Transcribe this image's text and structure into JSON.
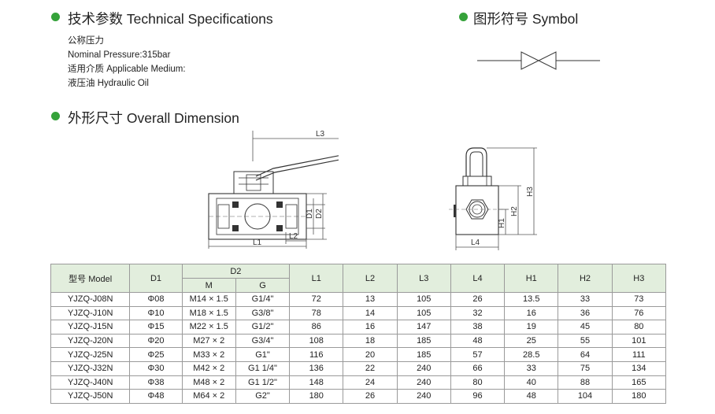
{
  "sections": {
    "tech_spec": "技术参数 Technical Specifications",
    "symbol": "图形符号 Symbol",
    "overall": "外形尺寸 Overall Dimension"
  },
  "spec_lines": [
    "公称压力",
    "Nominal Pressure:315bar",
    "适用介质 Applicable Medium:",
    "液压油 Hydraulic Oil"
  ],
  "drawing_labels": {
    "L3": "L3",
    "D1": "D1",
    "D2": "D2",
    "L1": "L1",
    "L2": "L2",
    "H3": "H3",
    "H2": "H2",
    "H1": "H1",
    "L4": "L4"
  },
  "colors": {
    "bullet": "#35a23a",
    "header_bg": "#e2eedd",
    "grid": "#9a9a9a"
  },
  "table": {
    "headers": {
      "model": "型号 Model",
      "d1": "D1",
      "d2": "D2",
      "m": "M",
      "g": "G",
      "l1": "L1",
      "l2": "L2",
      "l3": "L3",
      "l4": "L4",
      "h1": "H1",
      "h2": "H2",
      "h3": "H3"
    },
    "rows": [
      [
        "YJZQ-J08N",
        "Φ08",
        "M14 × 1.5",
        "G1/4\"",
        "72",
        "13",
        "105",
        "26",
        "13.5",
        "33",
        "73"
      ],
      [
        "YJZQ-J10N",
        "Φ10",
        "M18 × 1.5",
        "G3/8\"",
        "78",
        "14",
        "105",
        "32",
        "16",
        "36",
        "76"
      ],
      [
        "YJZQ-J15N",
        "Φ15",
        "M22 × 1.5",
        "G1/2\"",
        "86",
        "16",
        "147",
        "38",
        "19",
        "45",
        "80"
      ],
      [
        "YJZQ-J20N",
        "Φ20",
        "M27 × 2",
        "G3/4\"",
        "108",
        "18",
        "185",
        "48",
        "25",
        "55",
        "101"
      ],
      [
        "YJZQ-J25N",
        "Φ25",
        "M33 × 2",
        "G1\"",
        "116",
        "20",
        "185",
        "57",
        "28.5",
        "64",
        "111"
      ],
      [
        "YJZQ-J32N",
        "Φ30",
        "M42 × 2",
        "G1 1/4\"",
        "136",
        "22",
        "240",
        "66",
        "33",
        "75",
        "134"
      ],
      [
        "YJZQ-J40N",
        "Φ38",
        "M48 × 2",
        "G1 1/2\"",
        "148",
        "24",
        "240",
        "80",
        "40",
        "88",
        "165"
      ],
      [
        "YJZQ-J50N",
        "Φ48",
        "M64 × 2",
        "G2\"",
        "180",
        "26",
        "240",
        "96",
        "48",
        "104",
        "180"
      ]
    ]
  }
}
